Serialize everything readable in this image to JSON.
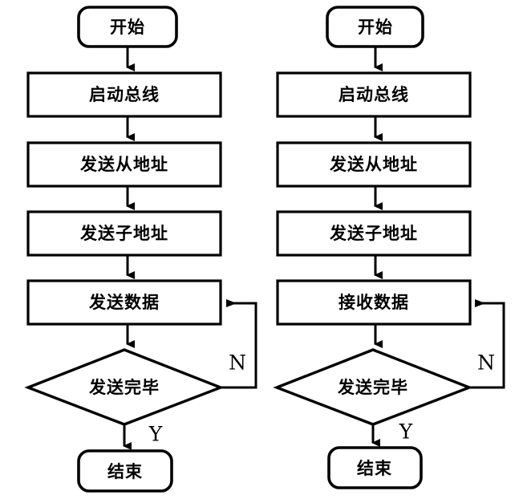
{
  "figure": {
    "background_color": "#ffffff",
    "line_color": "#000000",
    "fill_color": "#ffffff",
    "type": "flowchart-pair"
  },
  "charts": [
    {
      "id": "transmit-flow",
      "nodes": {
        "start": "开始",
        "step1": "启动总线",
        "step2": "发送从地址",
        "step3": "发送子地址",
        "step4": "发送数据",
        "decision": "发送完毕",
        "end": "结束"
      },
      "branches": {
        "no": "N",
        "yes": "Y"
      }
    },
    {
      "id": "receive-flow",
      "nodes": {
        "start": "开始",
        "step1": "启动总线",
        "step2": "发送从地址",
        "step3": "发送子地址",
        "step4": "接收数据",
        "decision": "发送完毕",
        "end": "结束"
      },
      "branches": {
        "no": "N",
        "yes": "Y"
      }
    }
  ]
}
